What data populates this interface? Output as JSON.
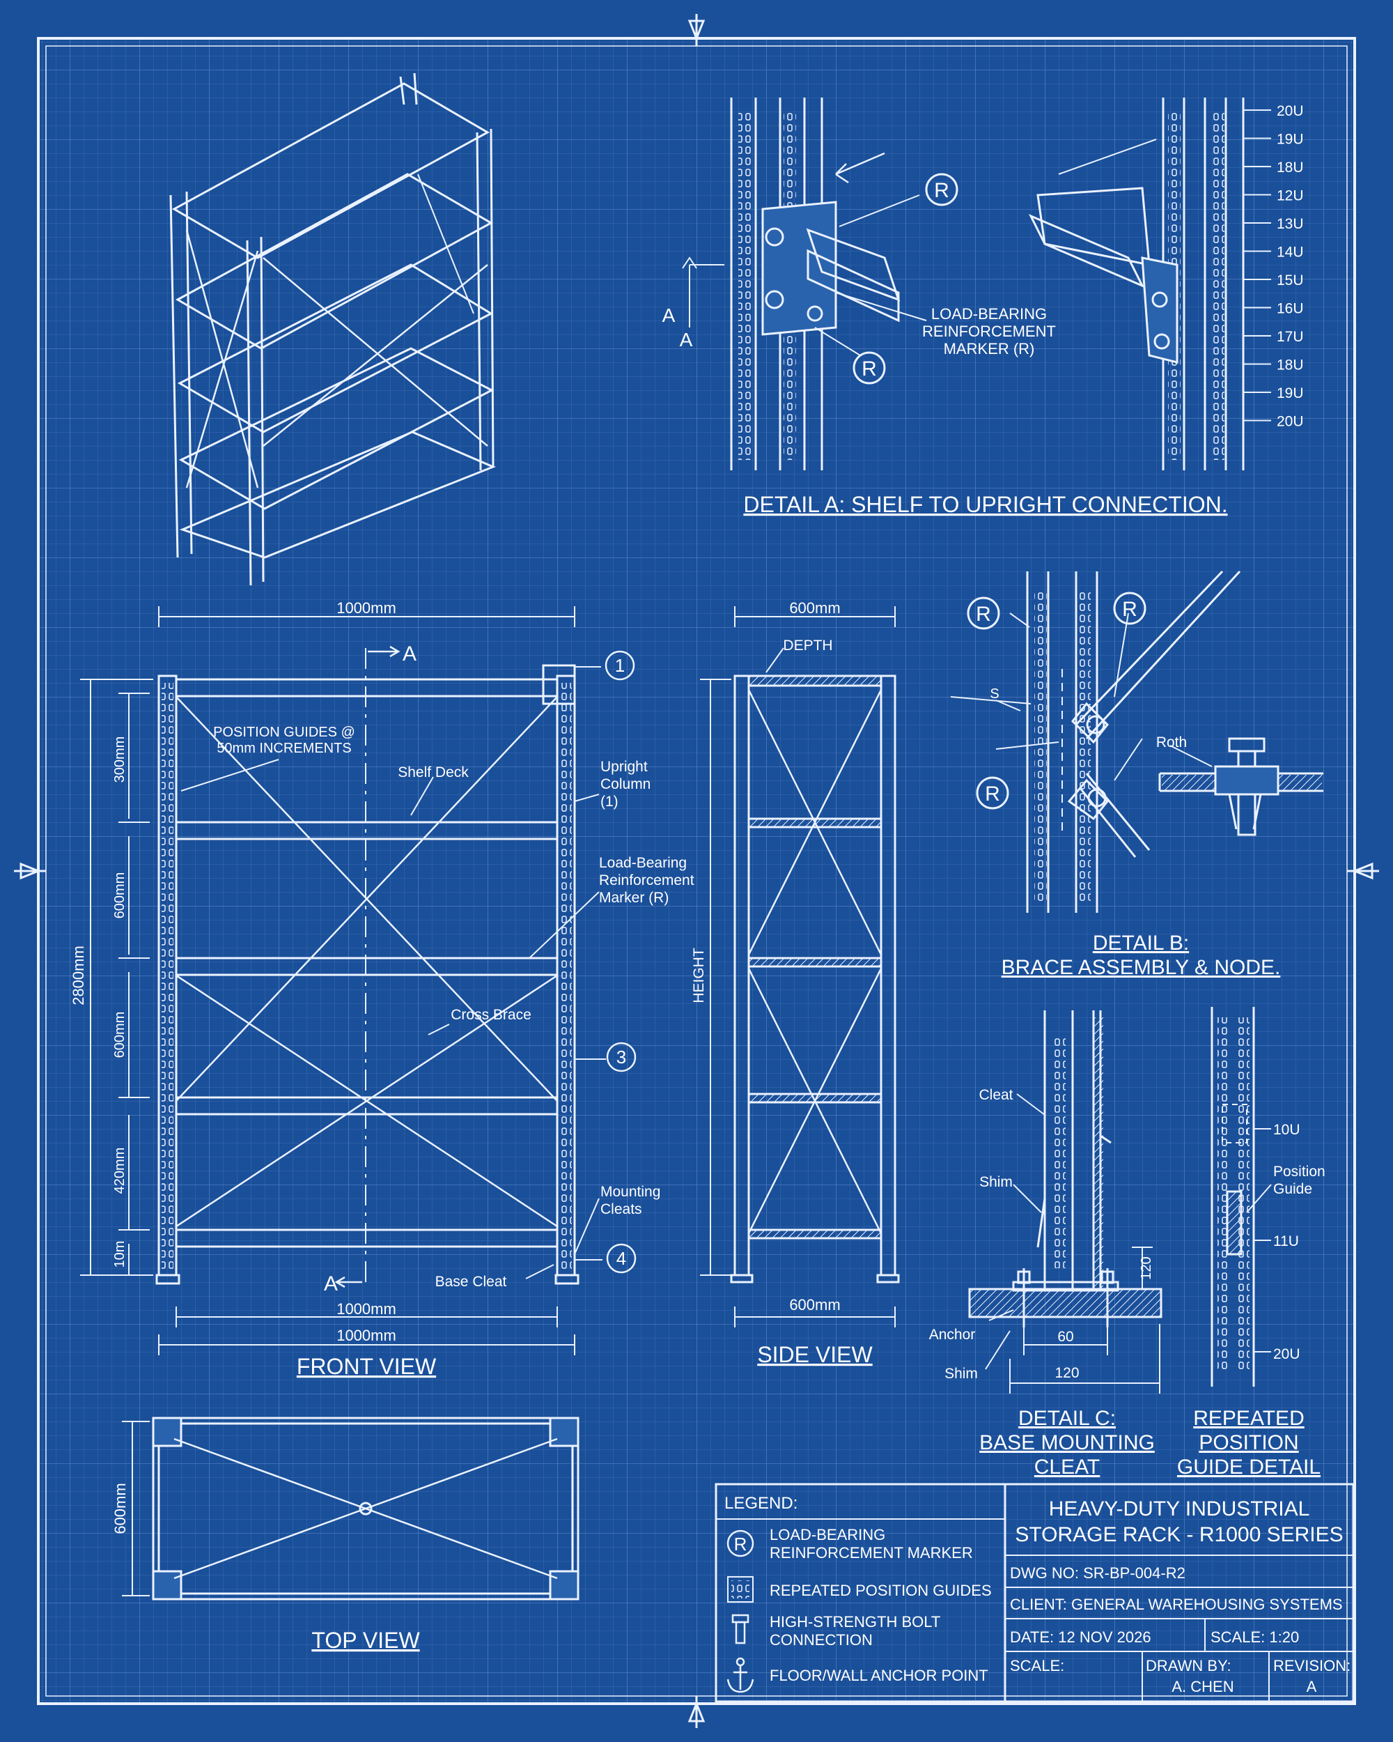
{
  "colors": {
    "background": "#1a4f99",
    "grid": "#3c6fb5",
    "line": "#eaf2ff"
  },
  "detail_a": {
    "title": "DETAIL A: SHELF TO UPRIGHT CONNECTION.",
    "marker": "R",
    "section": "A",
    "callout": [
      "LOAD-BEARING",
      "REINFORCEMENT",
      "MARKER (R)"
    ],
    "scale_labels": [
      "20U",
      "19U",
      "18U",
      "12U",
      "13U",
      "14U",
      "15U",
      "16U",
      "17U",
      "18U",
      "19U",
      "20U"
    ]
  },
  "front_view": {
    "title": "FRONT VIEW",
    "dim_top": "1000mm",
    "section_mark": "A",
    "dim_height": "2800mm",
    "dim_segments": [
      "300mm",
      "600mm",
      "600mm",
      "420mm",
      "10m"
    ],
    "dim_bottom_1": "1000mm",
    "dim_bottom_2": "1000mm",
    "labels": {
      "position_guides": [
        "POSITION GUIDES @",
        "50mm INCREMENTS"
      ],
      "shelf_deck": "Shelf Deck",
      "upright": [
        "Upright",
        "Column",
        "(1)"
      ],
      "marker": [
        "Load-Bearing",
        "Reinforcement",
        "Marker (R)"
      ],
      "cross_brace": "Cross Brace",
      "mounting": [
        "Mounting",
        "Cleats"
      ],
      "base_cleat": "Base Cleat"
    },
    "callouts": [
      "1",
      "3",
      "4"
    ]
  },
  "side_view": {
    "title": "SIDE VIEW",
    "dim_top": "600mm",
    "depth": "DEPTH",
    "height": "HEIGHT",
    "dim_bottom": "600mm"
  },
  "detail_b": {
    "title": [
      "DETAIL B:",
      "BRACE ASSEMBLY & NODE."
    ],
    "s_label": "S",
    "roth_label": "Roth"
  },
  "detail_c": {
    "title": [
      "DETAIL C:",
      "BASE MOUNTING",
      "CLEAT"
    ],
    "cleat": "Cleat",
    "shim": "Shim",
    "anchor": "Anchor",
    "shim2": "Shim",
    "dim_120v": "120",
    "dim_60": "60",
    "dim_120h": "120"
  },
  "repeated_detail": {
    "title": [
      "REPEATED",
      "POSITION",
      "GUIDE DETAIL"
    ],
    "u10": "10U",
    "position_guide": [
      "Position",
      "Guide"
    ],
    "u11": "11U",
    "u20": "20U"
  },
  "top_view": {
    "title": "TOP VIEW",
    "dim": "600mm"
  },
  "legend": {
    "header": "LEGEND:",
    "items": [
      {
        "icon": "reinforcement-marker-icon",
        "symbol": "R",
        "lines": [
          "LOAD-BEARING",
          "REINFORCEMENT MARKER"
        ]
      },
      {
        "icon": "position-guide-icon",
        "lines": [
          "REPEATED POSITION GUIDES"
        ]
      },
      {
        "icon": "bolt-icon",
        "lines": [
          "HIGH-STRENGTH BOLT",
          "CONNECTION"
        ]
      },
      {
        "icon": "anchor-icon",
        "lines": [
          "FLOOR/WALL ANCHOR POINT"
        ]
      }
    ]
  },
  "title_block": {
    "title_line1": "HEAVY-DUTY INDUSTRIAL",
    "title_line2": "STORAGE RACK - R1000 SERIES",
    "dwg": "DWG NO: SR-BP-004-R2",
    "client": "CLIENT: GENERAL WAREHOUSING SYSTEMS",
    "date": "DATE: 12 NOV 2026",
    "scale_value": "SCALE: 1:20",
    "scale_label": "SCALE:",
    "drawn_label": "DRAWN BY:",
    "drawn_value": "A. CHEN",
    "revision_label": "REVISION:",
    "revision_value": "A"
  }
}
